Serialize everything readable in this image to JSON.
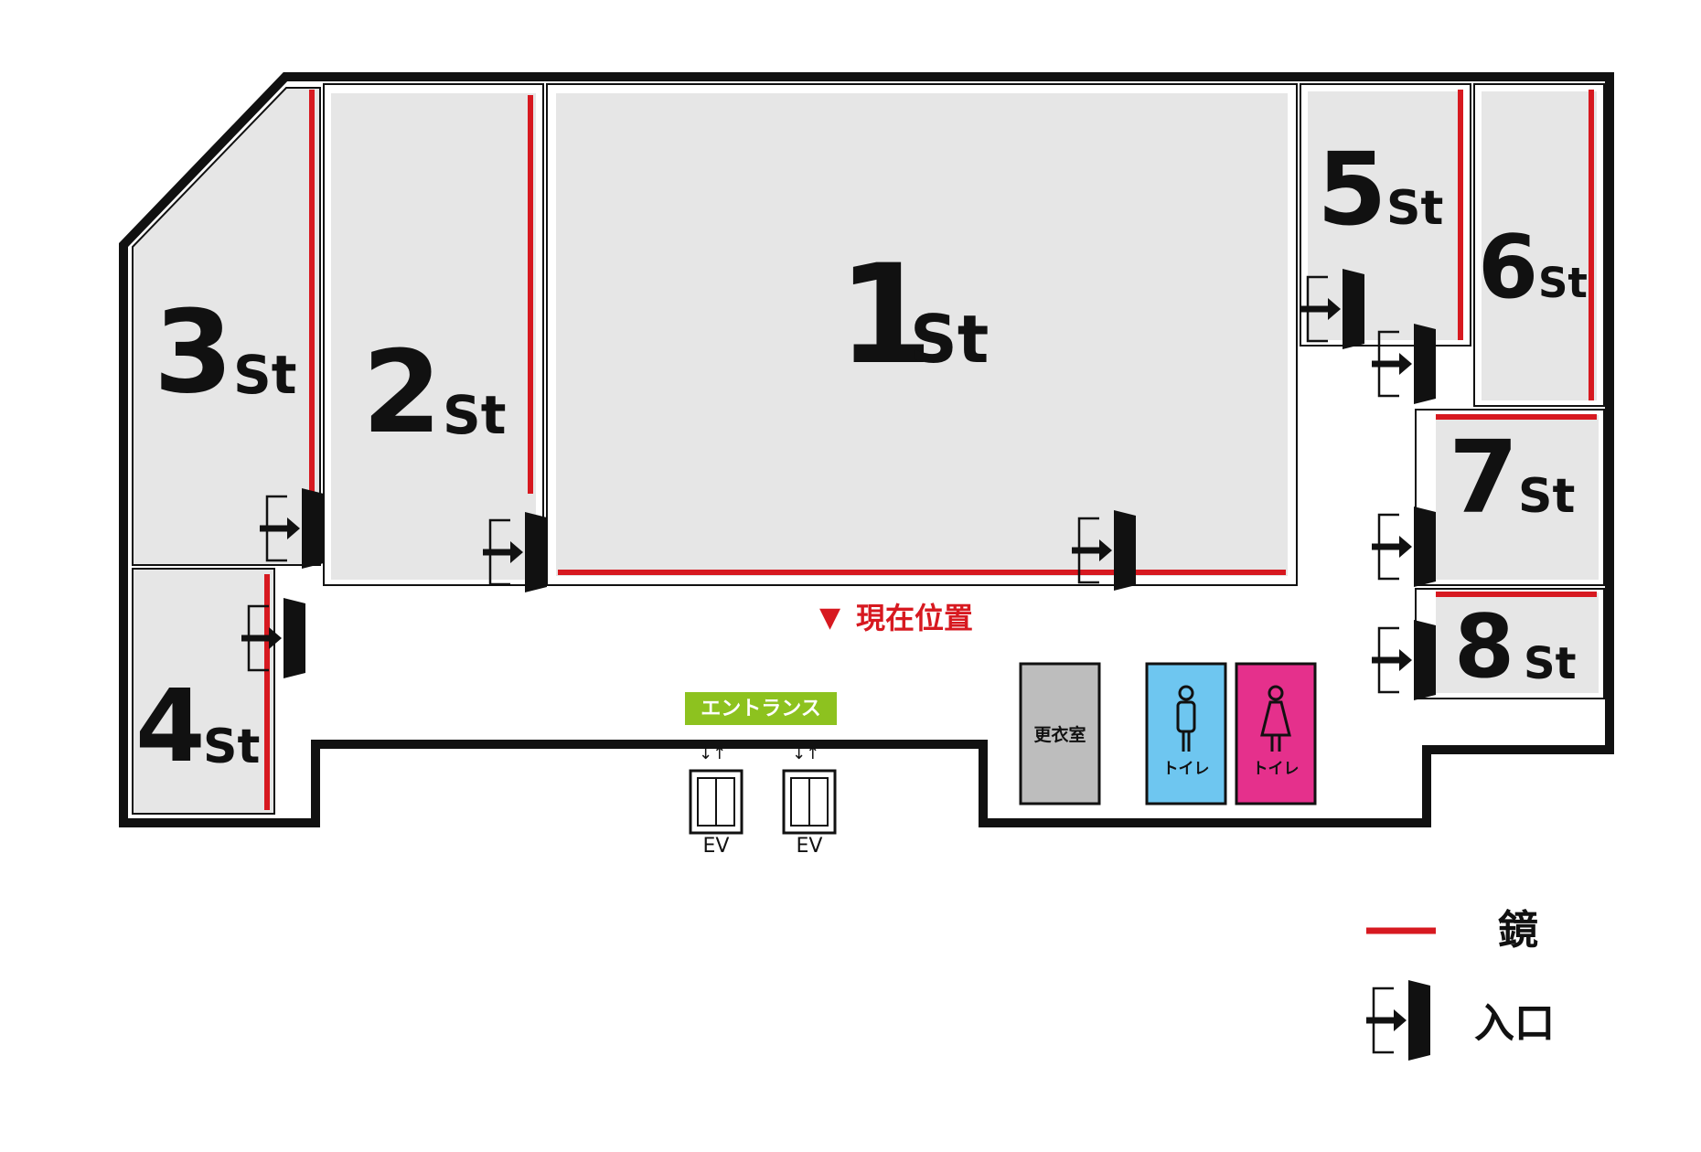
{
  "colors": {
    "room_fill": "#e6e6e6",
    "wall": "#111111",
    "mirror": "#d71920",
    "current_location": "#d71920",
    "entrance_bg": "#8dc21f",
    "locker_fill": "#bdbdbd",
    "toilet_men": "#6ec6f0",
    "toilet_women": "#e5308c"
  },
  "studios": [
    {
      "id": "1",
      "number": "1",
      "suffix": "St"
    },
    {
      "id": "2",
      "number": "2",
      "suffix": "St"
    },
    {
      "id": "3",
      "number": "3",
      "suffix": "St"
    },
    {
      "id": "4",
      "number": "4",
      "suffix": "St"
    },
    {
      "id": "5",
      "number": "5",
      "suffix": "St"
    },
    {
      "id": "6",
      "number": "6",
      "suffix": "St"
    },
    {
      "id": "7",
      "number": "7",
      "suffix": "St"
    },
    {
      "id": "8",
      "number": "8",
      "suffix": "St"
    }
  ],
  "current_location": {
    "marker": "▼",
    "label": "現在位置"
  },
  "entrance": {
    "label": "エントランス"
  },
  "elevators": [
    {
      "label": "EV"
    },
    {
      "label": "EV"
    }
  ],
  "locker_room": {
    "label": "更衣室"
  },
  "toilets": [
    {
      "label": "トイレ",
      "icon": "male-person-icon"
    },
    {
      "label": "トイレ",
      "icon": "female-person-icon"
    }
  ],
  "legend": {
    "mirror_label": "鏡",
    "entrance_label": "入口"
  }
}
